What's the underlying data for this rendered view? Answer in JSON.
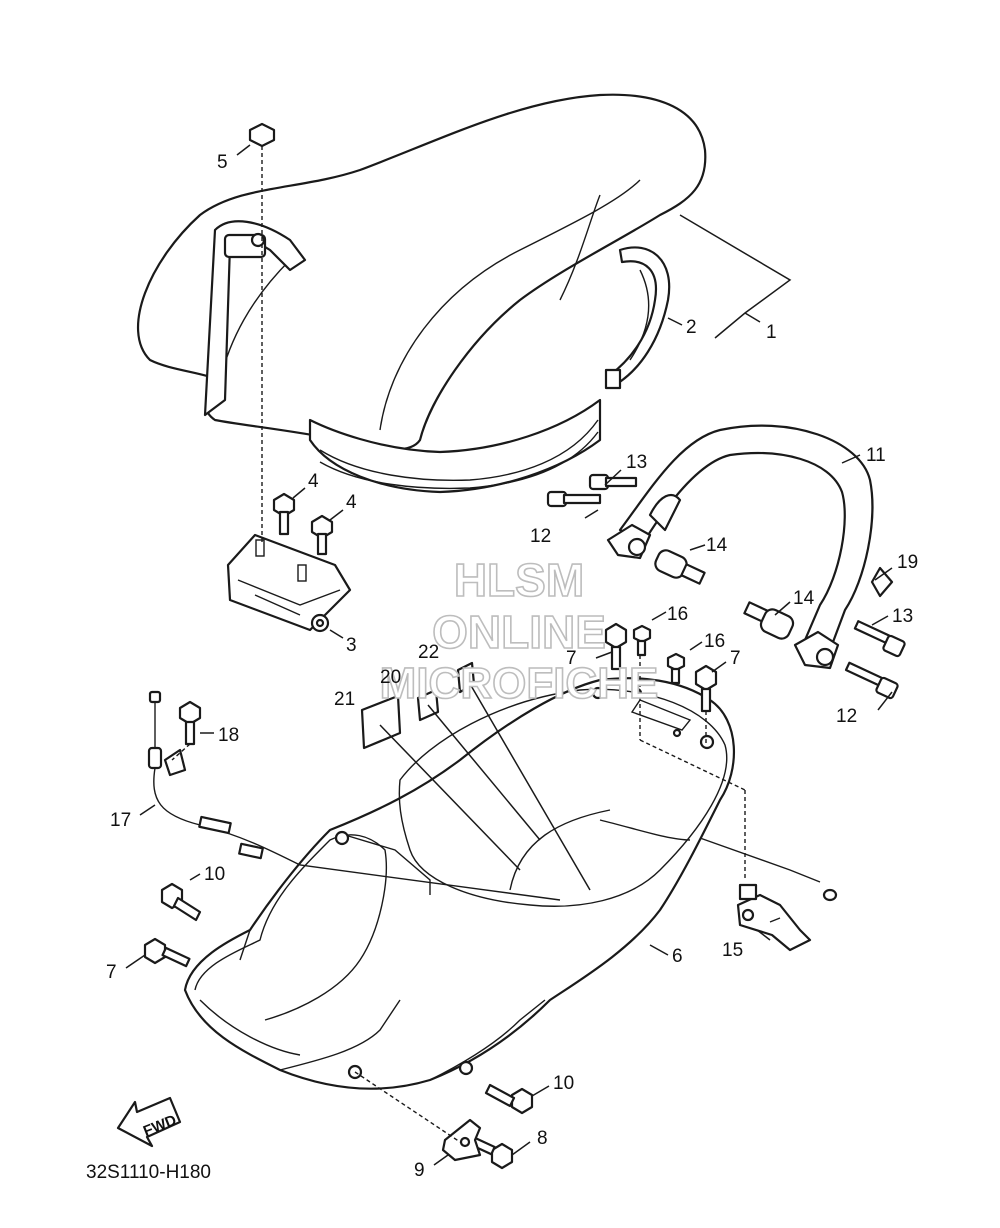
{
  "diagram_code": "32S1110-H180",
  "fwd_label": "FWD",
  "watermark": {
    "line1": "HLSM",
    "line2": "ONLINE",
    "line3": "MICROFICHE"
  },
  "callouts": {
    "c1": "1",
    "c2": "2",
    "c3": "3",
    "c4a": "4",
    "c4b": "4",
    "c5": "5",
    "c6": "6",
    "c7a": "7",
    "c7b": "7",
    "c7c": "7",
    "c8": "8",
    "c9": "9",
    "c10a": "10",
    "c10b": "10",
    "c11": "11",
    "c12a": "12",
    "c12b": "12",
    "c13a": "13",
    "c13b": "13",
    "c14a": "14",
    "c14b": "14",
    "c15": "15",
    "c16a": "16",
    "c16b": "16",
    "c17": "17",
    "c18": "18",
    "c19": "19",
    "c20": "20",
    "c21": "21",
    "c22": "22"
  }
}
